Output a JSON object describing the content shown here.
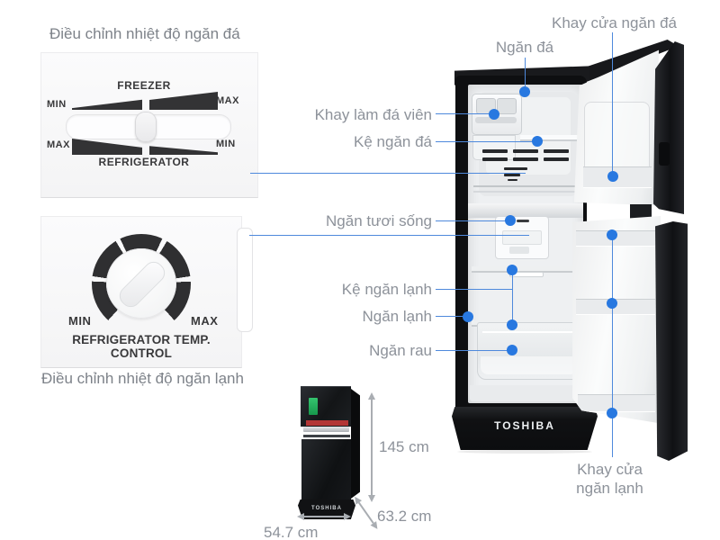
{
  "colors": {
    "accent_blue": "#2878E0",
    "line_blue": "#4E89DC",
    "label_gray": "#8d929a",
    "title_gray": "#7d8289"
  },
  "left_panels": {
    "freezer": {
      "title": "Điều chỉnh nhiệt độ ngăn đá",
      "scale_label_top": "FREEZER",
      "min_top": "MIN",
      "max_top": "MAX",
      "max_bottom": "MAX",
      "min_bottom": "MIN",
      "scale_label_bottom": "REFRIGERATOR"
    },
    "fridge": {
      "title": "Điều chỉnh nhiệt độ ngăn lạnh",
      "min": "MIN",
      "max": "MAX",
      "caption": "REFRIGERATOR TEMP. CONTROL"
    }
  },
  "callouts": {
    "freezer_door_tray": "Khay cửa ngăn đá",
    "freezer_compartment": "Ngăn đá",
    "ice_cube_tray": "Khay làm đá viên",
    "freezer_shelf": "Kệ ngăn đá",
    "fresh_food": "Ngăn tươi sống",
    "fridge_shelf": "Kệ ngăn lạnh",
    "fridge_compartment": "Ngăn lạnh",
    "vegetable_drawer": "Ngăn rau",
    "fridge_door_tray_line1": "Khay cửa",
    "fridge_door_tray_line2": "ngăn lạnh"
  },
  "product": {
    "brand": "TOSHIBA"
  },
  "dimensions": {
    "height": "145 cm",
    "depth": "63.2 cm",
    "width": "54.7 cm"
  }
}
